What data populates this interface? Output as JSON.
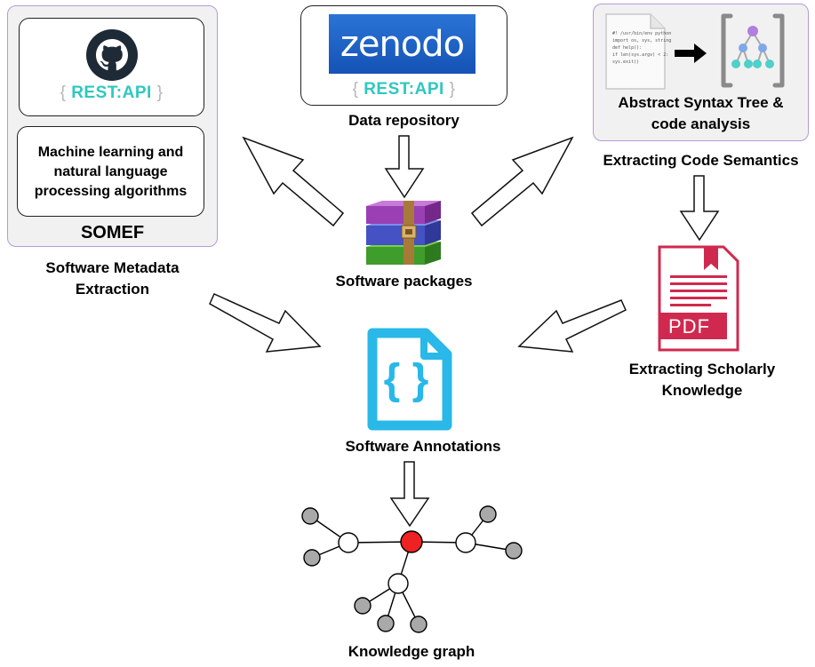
{
  "colors": {
    "panel_border": "#b49bd6",
    "panel_bg": "#f1f1f1",
    "rest_api": "#2fc7c0",
    "zenodo_bg": "#1d63c6",
    "annotation_blue": "#29b8e8",
    "pdf_red": "#d0294f",
    "kg_center": "#ee2222",
    "kg_leaf": "#a9a9a9"
  },
  "somef": {
    "rest_open": "{",
    "rest_label": "REST:API",
    "rest_close": "}",
    "ml_line1": "Machine learning and",
    "ml_line2": "natural language",
    "ml_line3": "processing algorithms",
    "title": "SOMEF",
    "caption_line1": "Software Metadata",
    "caption_line2": "Extraction",
    "icon": "github-icon"
  },
  "repository": {
    "logo_text": "zenodo",
    "rest_open": "{",
    "rest_label": "REST:API",
    "rest_close": "}",
    "caption": "Data repository"
  },
  "code": {
    "file_line1": "#! /usr/bin/env python",
    "file_line2": "import os, sys, string",
    "file_line3": "def help():",
    "file_line4": "if len(sys.argv) < 2:",
    "file_line5": "sys.exit()",
    "title_line1": "Abstract Syntax Tree &",
    "title_line2": "code analysis",
    "caption": "Extracting Code Semantics"
  },
  "packages": {
    "caption": "Software packages",
    "icon": "archive-icon"
  },
  "scholarly": {
    "pdf_label": "PDF",
    "caption_line1": "Extracting Scholarly",
    "caption_line2": "Knowledge",
    "icon": "pdf-icon"
  },
  "annotations": {
    "braces": "{ }",
    "caption": "Software Annotations",
    "icon": "json-file-icon"
  },
  "knowledge": {
    "caption": "Knowledge graph",
    "icon": "graph-icon"
  }
}
